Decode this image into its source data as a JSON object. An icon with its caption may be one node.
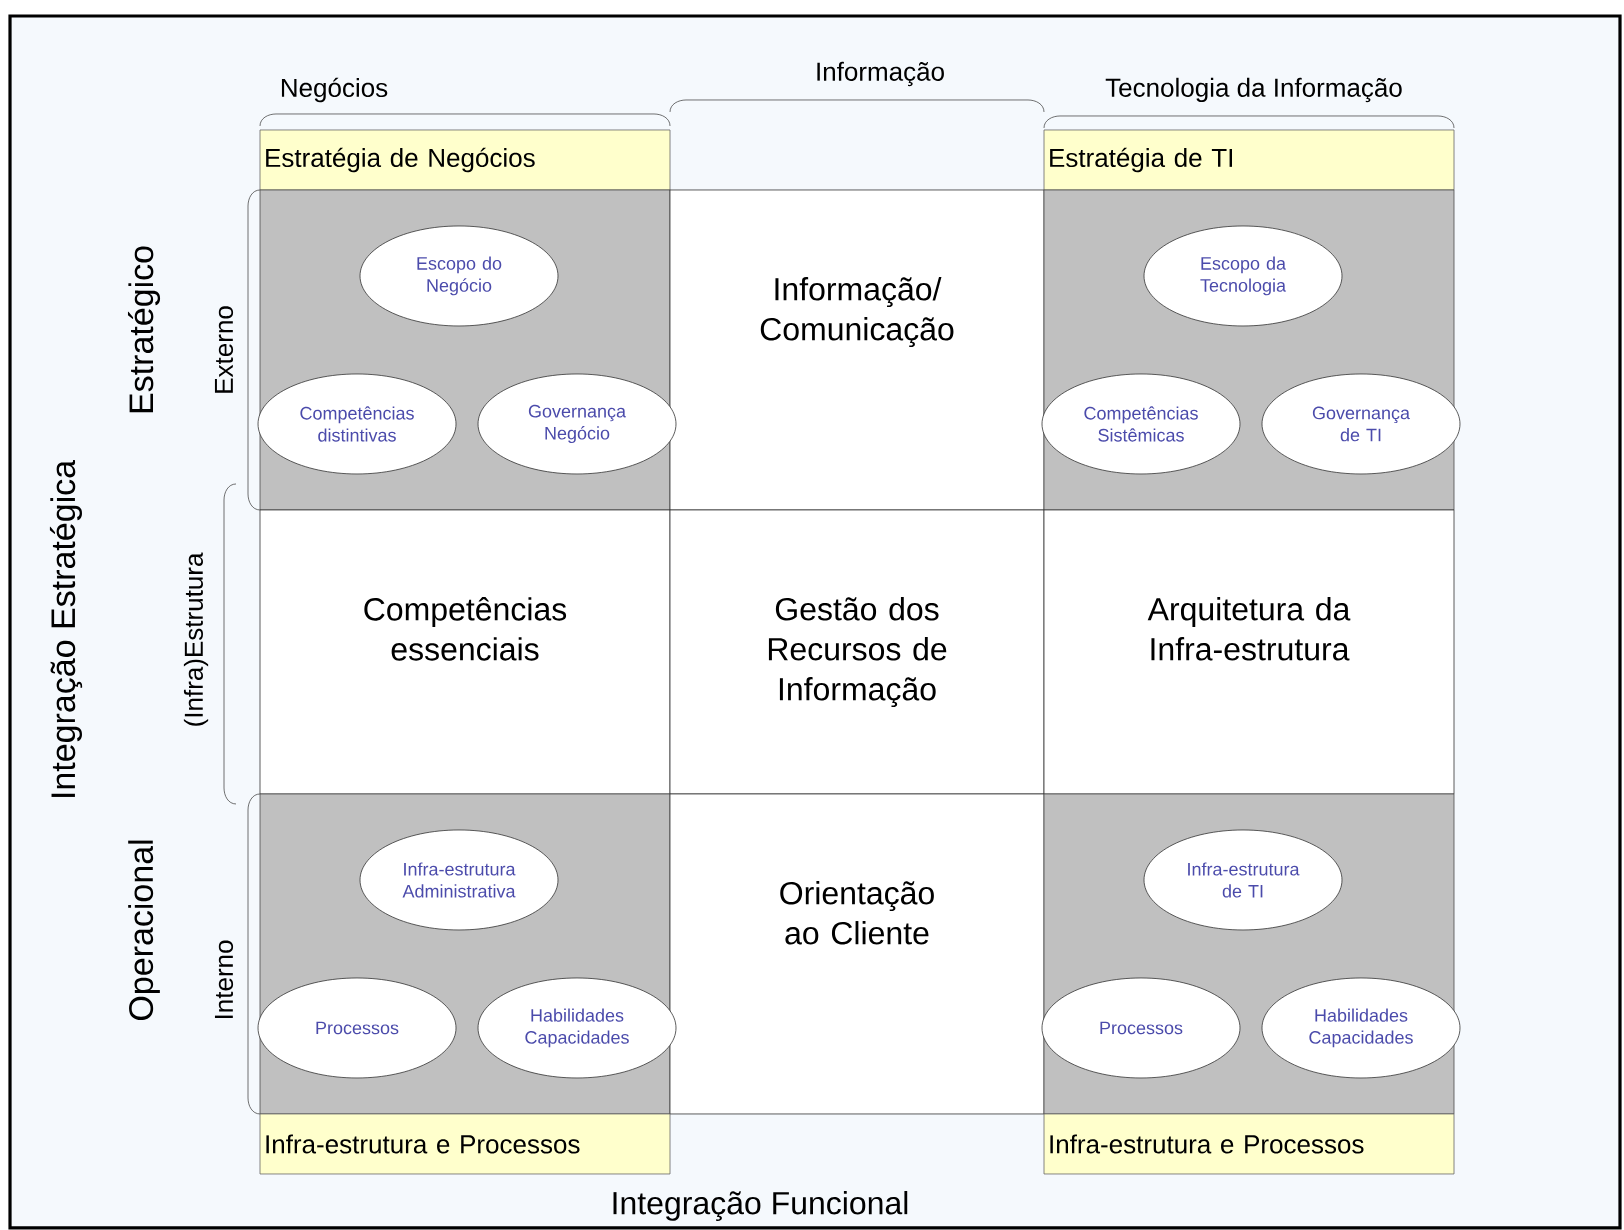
{
  "diagram": {
    "nodes": [
      {
        "text": [
          "Estratégia de Negócios"
        ]
      },
      {
        "text": [
          "Estratégia de TI"
        ]
      },
      {
        "text": [],
        "shape": "box"
      },
      {
        "text": [
          "Escopo do Negócio"
        ],
        "in": 2
      },
      {
        "text": [
          "Competências distintivas"
        ],
        "in": 2
      },
      {
        "text": [
          "Governança Negócio"
        ],
        "in": 2
      },
      {
        "text": [
          "Informação/ Comunicação"
        ]
      },
      {
        "text": [],
        "shape": "box"
      },
      {
        "text": [
          "Escopo da Tecnologia"
        ],
        "in": 7
      },
      {
        "text": [
          "Competências Sistêmicas"
        ],
        "in": 7
      },
      {
        "text": [
          "Governança de TI"
        ],
        "in": 7
      },
      {
        "text": [
          "Competências essenciais"
        ]
      },
      {
        "text": [
          "Gestão dos Recursos de Informação"
        ]
      },
      {
        "text": [
          "Arquitetura da Infra-estrutura"
        ]
      },
      {
        "text": [],
        "shape": "box"
      },
      {
        "text": [
          "Infra-estrutura Administrativa"
        ],
        "in": 14
      },
      {
        "text": [
          "Processos"
        ],
        "in": 14
      },
      {
        "text": [
          "Habilidades Capacidades"
        ],
        "in": 14
      },
      {
        "text": [
          "Orientação ao Cliente"
        ]
      },
      {
        "text": [],
        "shape": "box"
      },
      {
        "text": [
          "Infra-estrutura de TI"
        ],
        "in": 19
      },
      {
        "text": [
          "Processos"
        ],
        "in": 19
      },
      {
        "text": [
          "Habilidades Capacidades"
        ],
        "in": 19
      },
      {
        "text": [
          "Infra-estrutura e Processos"
        ]
      },
      {
        "text": [
          "Infra-estrutura e Processos"
        ]
      }
    ],
    "labels": [
      "Negócios",
      "Informação",
      "Tecnologia da Informação",
      "Integração Estratégica",
      "Estratégico",
      "Externo",
      "(Infra)Estrutura",
      "Operacional",
      "Interno",
      "Integração Funcional"
    ]
  }
}
